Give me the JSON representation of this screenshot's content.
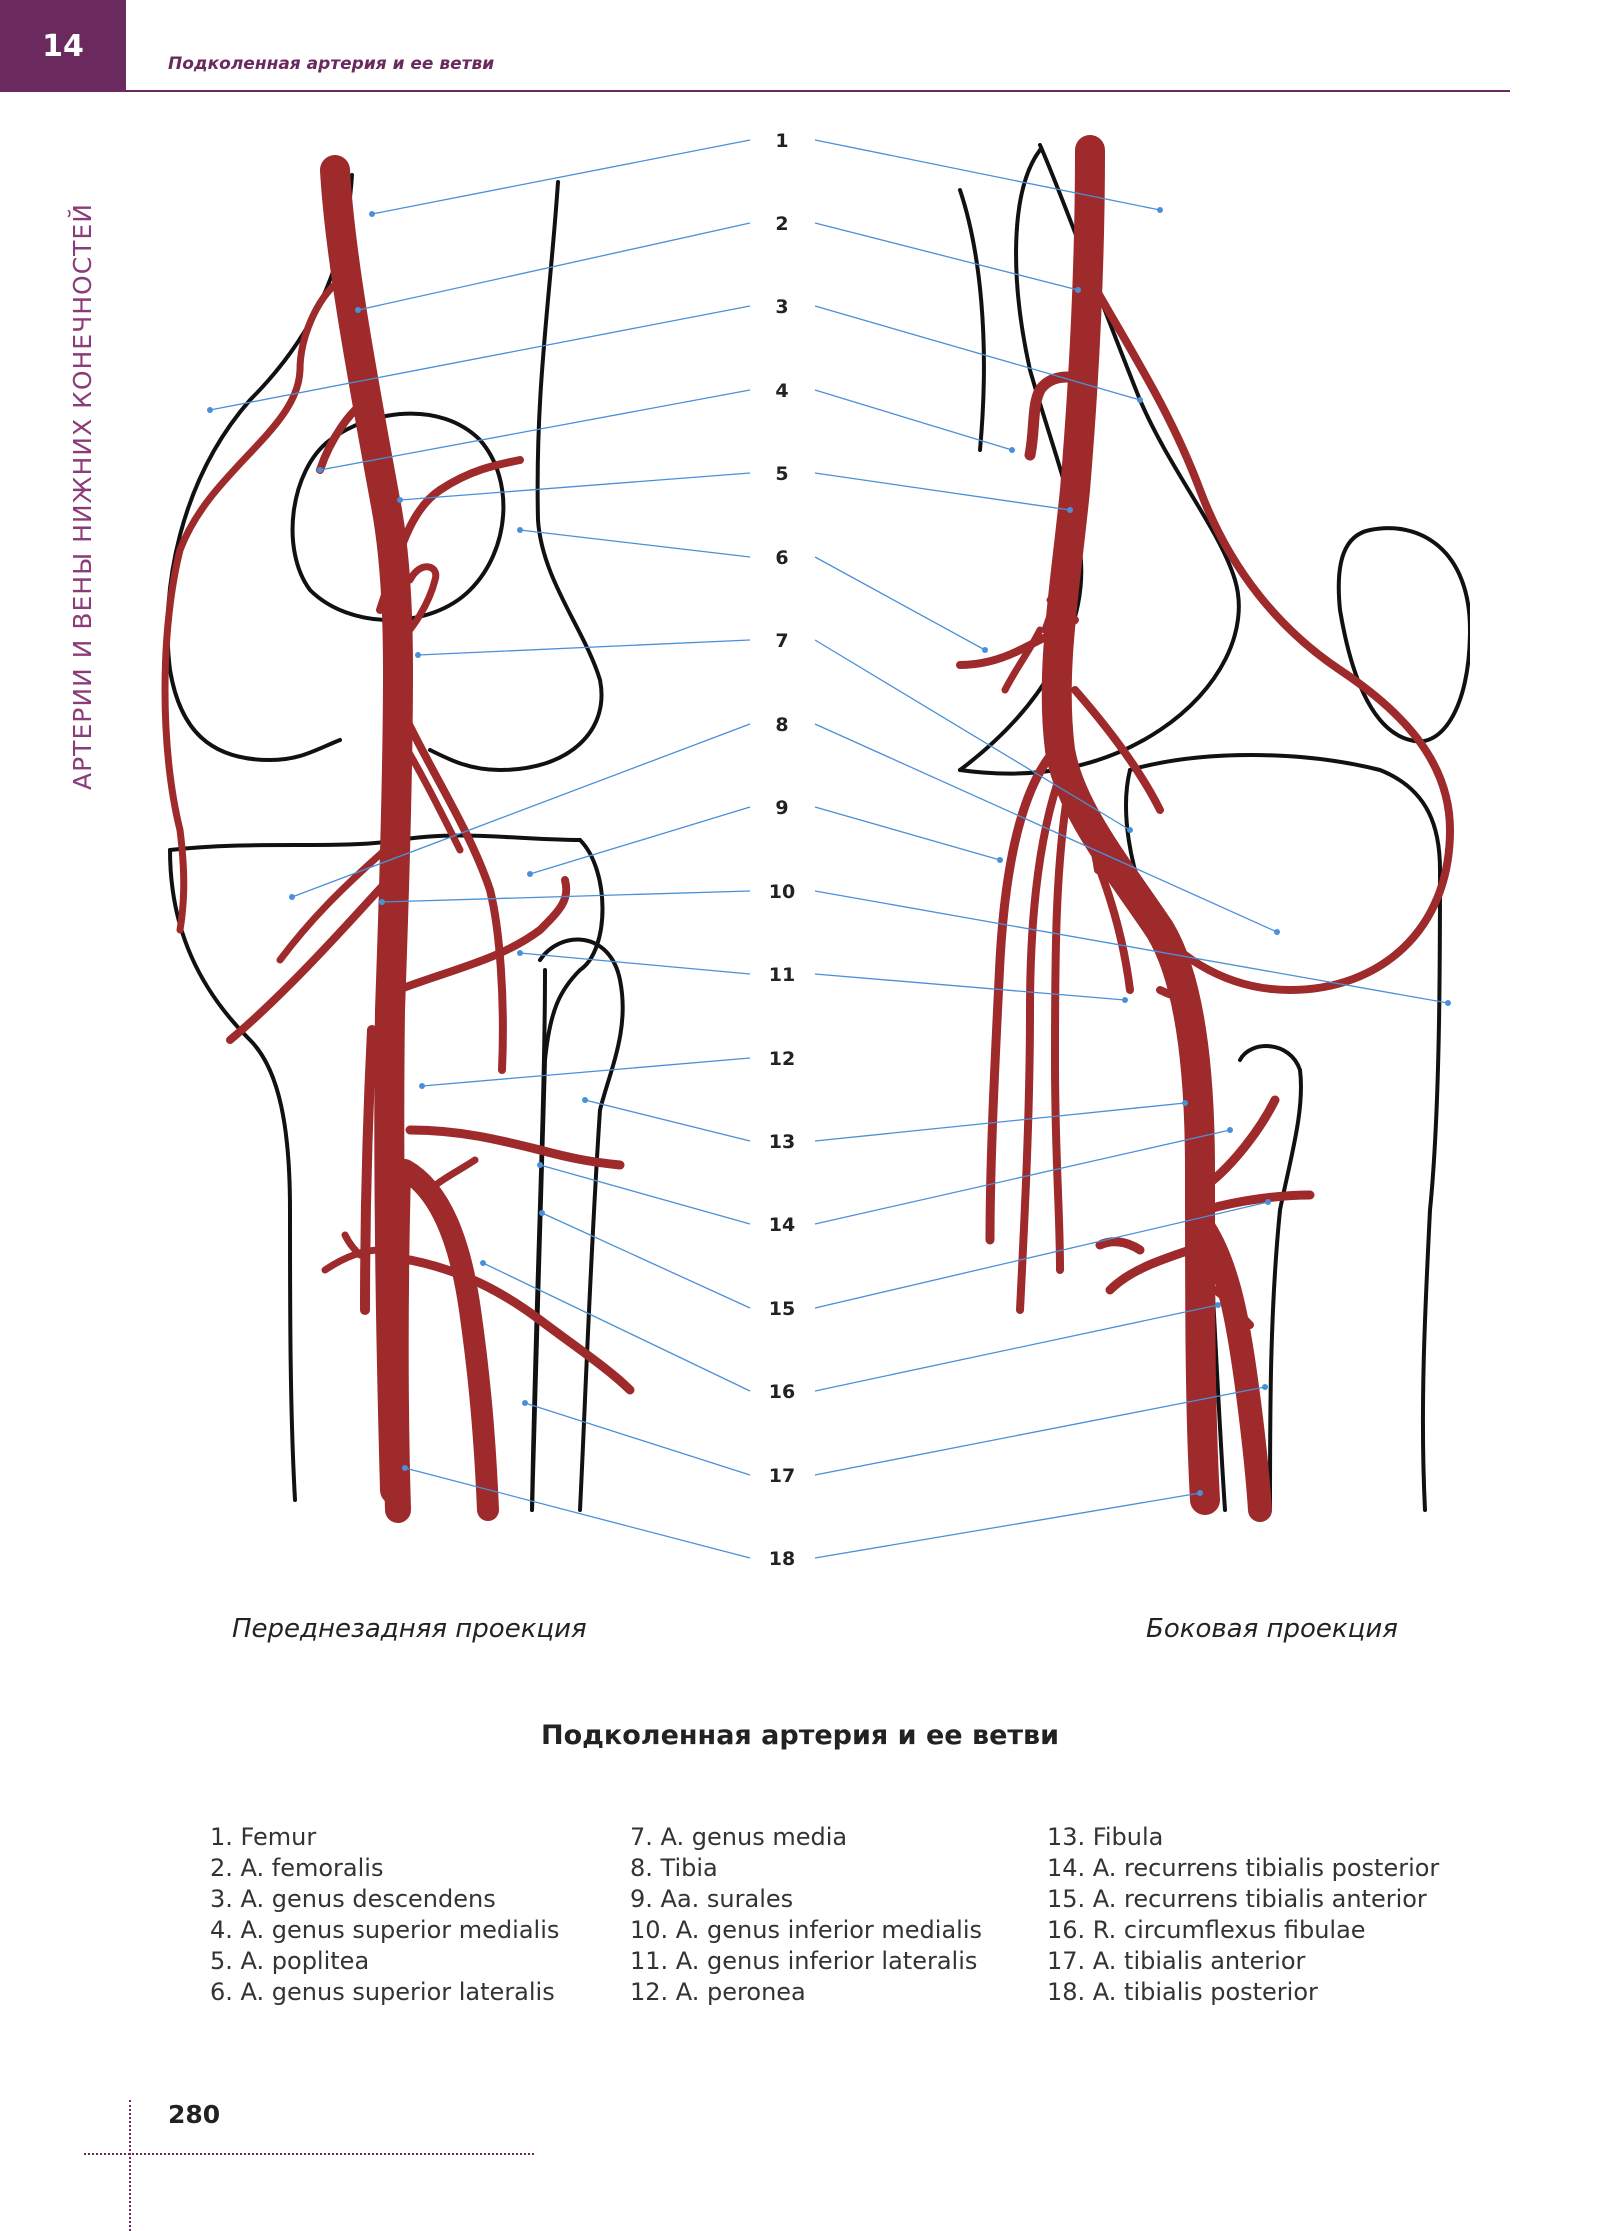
{
  "header": {
    "chapter_number": "14",
    "running_title": "Подколенная артерия и ее ветви"
  },
  "side_title": "АРТЕРИИ И ВЕНЫ НИЖНИХ КОНЕЧНОСТЕЙ",
  "figure": {
    "label_numbers": [
      "1",
      "2",
      "3",
      "4",
      "5",
      "6",
      "7",
      "8",
      "9",
      "10",
      "11",
      "12",
      "13",
      "14",
      "15",
      "16",
      "17",
      "18"
    ],
    "caption_left": "Переднезадняя проекция",
    "caption_right": "Боковая проекция"
  },
  "figure_title": "Подколенная артерия и ее ветви",
  "legend": {
    "col1": [
      "1. Femur",
      "2. A. femoralis",
      "3. A. genus descendens",
      "4. A. genus superior medialis",
      "5. A. poplitea",
      "6. A. genus superior lateralis"
    ],
    "col2": [
      "7. A. genus media",
      "8. Tibia",
      "9. Aa. surales",
      "10. A. genus inferior medialis",
      "11. A. genus inferior lateralis",
      "12. A. peronea"
    ],
    "col3": [
      "13. Fibula",
      "14. A. recurrens tibialis posterior",
      "15. A. recurrens tibialis anterior",
      "16. R. circumflexus fibulae",
      "17. A. tibialis anterior",
      "18. A. tibialis posterior"
    ]
  },
  "page_number": "280",
  "colors": {
    "artery": "#9e2a2b",
    "accent": "#6b2a5e",
    "leader": "#4a90d9"
  }
}
